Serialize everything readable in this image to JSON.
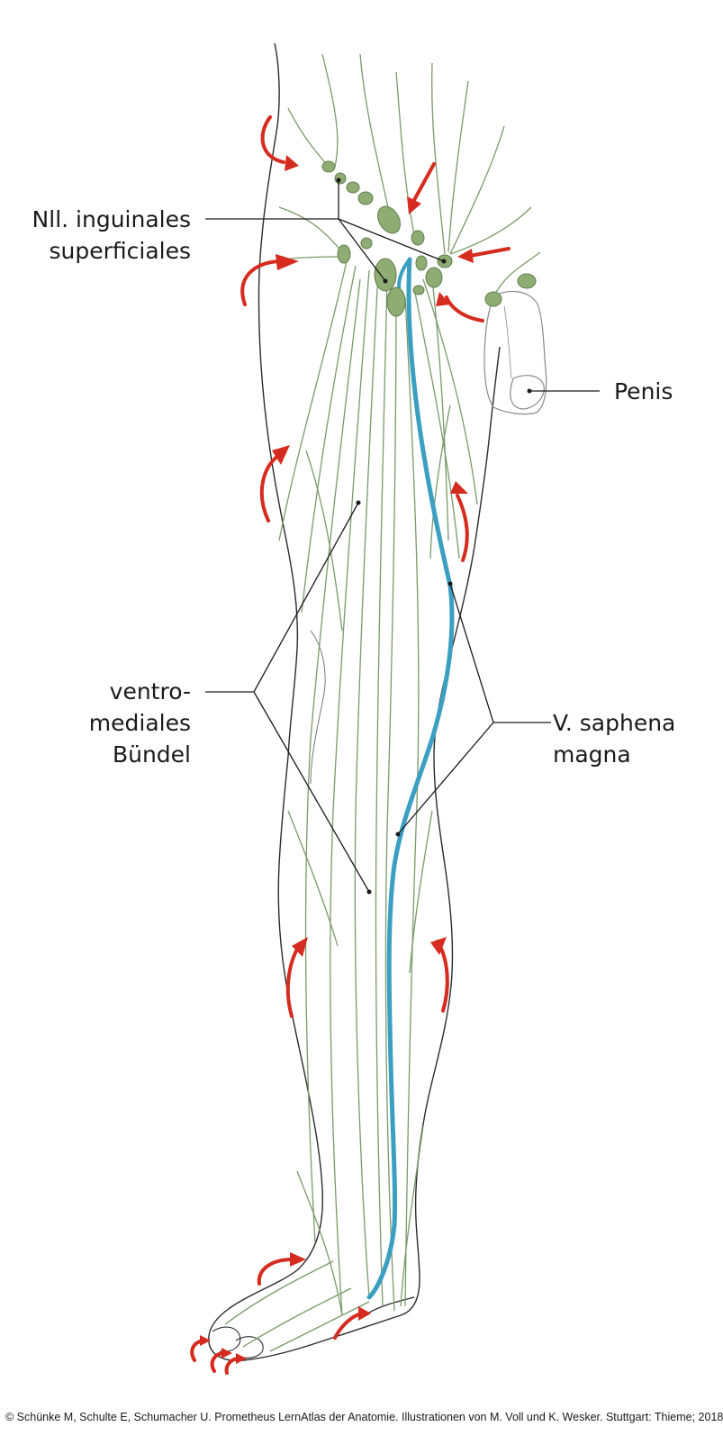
{
  "labels": {
    "inguinal_line1": "Nll. inguinales",
    "inguinal_line2": "superficiales",
    "penis": "Penis",
    "ventro_line1": "ventro-",
    "ventro_line2": "mediales",
    "ventro_line3": "Bündel",
    "saphena_line1": "V. saphena",
    "saphena_line2": "magna"
  },
  "credit": "© Schünke M, Schulte E, Schumacher U. Prometheus LernAtlas der Anatomie. Illustrationen von M. Voll und K. Wesker. Stuttgart: Thieme; 2018",
  "colors": {
    "outline": "#2b2b2b",
    "lymph_vessel": "#7a9a6a",
    "lymph_node": "#8fac73",
    "lymph_node_stroke": "#5f7f4e",
    "vein": "#3a9fc0",
    "arrow": "#d62b1f",
    "leader": "#1a1a1a",
    "penis_outline": "#8a8a8a"
  }
}
